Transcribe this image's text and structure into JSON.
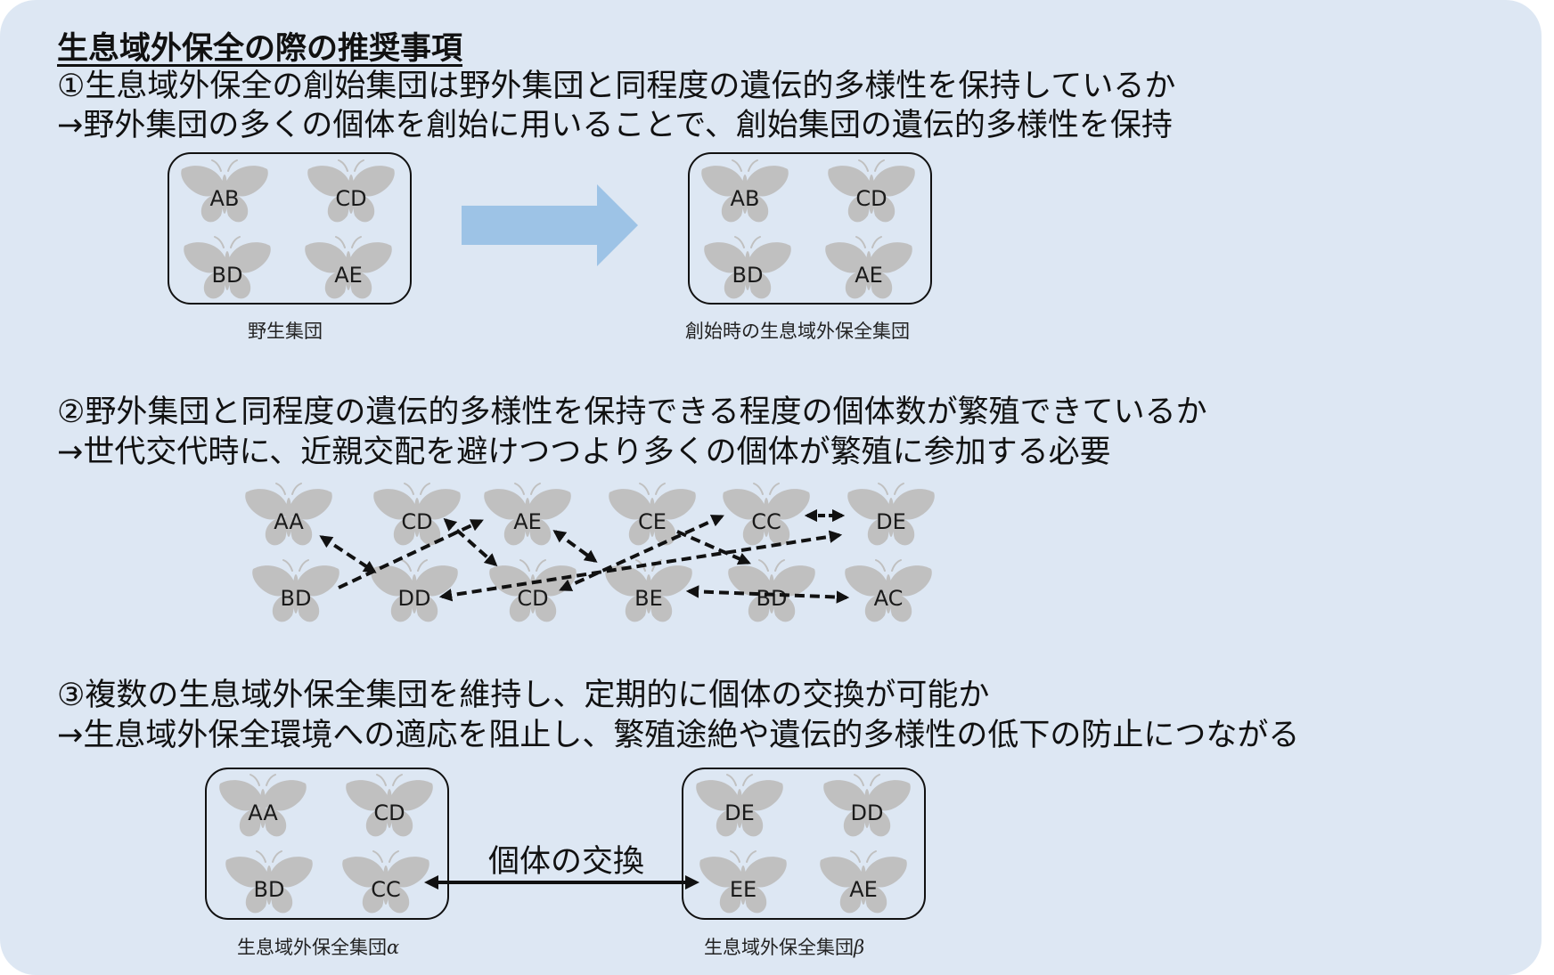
{
  "title": "生息域外保全の際の推奨事項",
  "points": [
    {
      "question": "①生息域外保全の創始集団は野外集団と同程度の遺伝的多様性を保持しているか",
      "answer": "→野外集団の多くの個体を創始に用いることで、創始集団の遺伝的多様性を保持"
    },
    {
      "question": "②野外集団と同程度の遺伝的多様性を保持できる程度の個体数が繁殖できているか",
      "answer": "→世代交代時に、近親交配を避けつつより多くの個体が繁殖に参加する必要"
    },
    {
      "question": "③複数の生息域外保全集団を維持し、定期的に個体の交換が可能か",
      "answer": "→生息域外保全環境への適応を阻止し、繁殖途絶や遺伝的多様性の低下の防止につながる"
    }
  ],
  "section1": {
    "wild_group": {
      "caption": "野生集団",
      "genotypes": [
        "AB",
        "CD",
        "BD",
        "AE"
      ]
    },
    "founder_group": {
      "caption": "創始時の生息域外保全集団",
      "genotypes": [
        "AB",
        "CD",
        "BD",
        "AE"
      ]
    }
  },
  "section2": {
    "top_row": [
      "AA",
      "CD",
      "AE",
      "CE",
      "CC",
      "DE"
    ],
    "bottom_row": [
      "BD",
      "DD",
      "CD",
      "BE",
      "BD",
      "AC"
    ]
  },
  "section3": {
    "group_alpha": {
      "caption": "生息域外保全集団",
      "caption_symbol": "α",
      "genotypes": [
        "AA",
        "CD",
        "BD",
        "CC"
      ]
    },
    "group_beta": {
      "caption": "生息域外保全集団",
      "caption_symbol": "β",
      "genotypes": [
        "DE",
        "DD",
        "EE",
        "AE"
      ]
    },
    "exchange_label": "個体の交換"
  },
  "colors": {
    "background": "#dde7f3",
    "butterfly": "#c0c0c0",
    "arrow": "#9dc3e6",
    "line": "#111111"
  }
}
